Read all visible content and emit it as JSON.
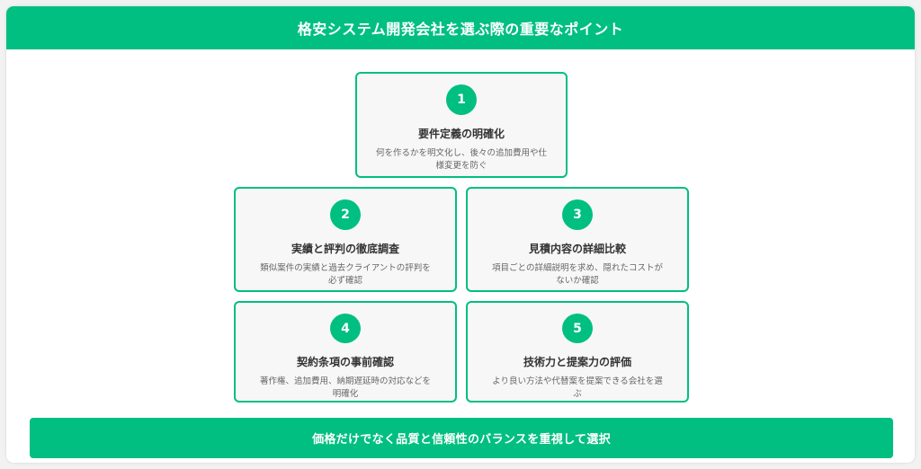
{
  "header": {
    "title": "格安システム開発会社を選ぶ際の重要なポイント"
  },
  "cards": [
    {
      "number": "1",
      "title": "要件定義の明確化",
      "description": "何を作るかを明文化し、後々の追加費用や仕様変更を防ぐ"
    },
    {
      "number": "2",
      "title": "実績と評判の徹底調査",
      "description": "類似案件の実績と過去クライアントの評判を必ず確認"
    },
    {
      "number": "3",
      "title": "見積内容の詳細比較",
      "description": "項目ごとの詳細説明を求め、隠れたコストがないか確認"
    },
    {
      "number": "4",
      "title": "契約条項の事前確認",
      "description": "著作権、追加費用、納期遅延時の対応などを明確化"
    },
    {
      "number": "5",
      "title": "技術力と提案力の評価",
      "description": "より良い方法や代替案を提案できる会社を選ぶ"
    }
  ],
  "footer": {
    "text": "価格だけでなく品質と信頼性のバランスを重視して選択"
  },
  "colors": {
    "accent": "#00bf80",
    "card_background": "#f7f7f7",
    "title_text": "#333333",
    "description_text": "#666666"
  }
}
